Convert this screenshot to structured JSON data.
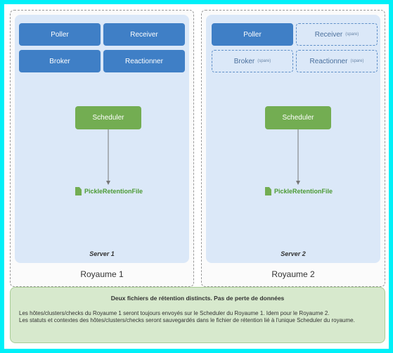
{
  "realms": [
    {
      "label": "Royaume 1",
      "server_label": "Server 1",
      "services": [
        {
          "label": "Poller",
          "tag": "",
          "spare": false
        },
        {
          "label": "Receiver",
          "tag": "",
          "spare": false
        },
        {
          "label": "Broker",
          "tag": "",
          "spare": false
        },
        {
          "label": "Reactionner",
          "tag": "",
          "spare": false
        }
      ],
      "scheduler": "Scheduler",
      "retention_file": "PickleRetentionFile"
    },
    {
      "label": "Royaume 2",
      "server_label": "Server 2",
      "services": [
        {
          "label": "Poller",
          "tag": "",
          "spare": false
        },
        {
          "label": "Receiver",
          "tag": "(spare)",
          "spare": true
        },
        {
          "label": "Broker",
          "tag": "(spare)",
          "spare": true
        },
        {
          "label": "Reactionner",
          "tag": "(spare)",
          "spare": true
        }
      ],
      "scheduler": "Scheduler",
      "retention_file": "PickleRetentionFile"
    }
  ],
  "note": {
    "title": "Deux fichiers de rétention distincts. Pas de perte de données",
    "line1": "Les hôtes/clusters/checks du Royaume 1 seront toujours envoyés sur le Scheduler du Royaume 1. Idem pour le Royaume 2.",
    "line2": "Les statuts et contextes des hôtes/clusters/checks seront sauvegardés dans le fichier de rétention lié à l'unique Scheduler du royaume."
  },
  "colors": {
    "service_blue": "#3f7fc6",
    "scheduler_green": "#73ad52",
    "server_bg": "#dbe8f8",
    "note_bg": "#d7e9cd"
  }
}
